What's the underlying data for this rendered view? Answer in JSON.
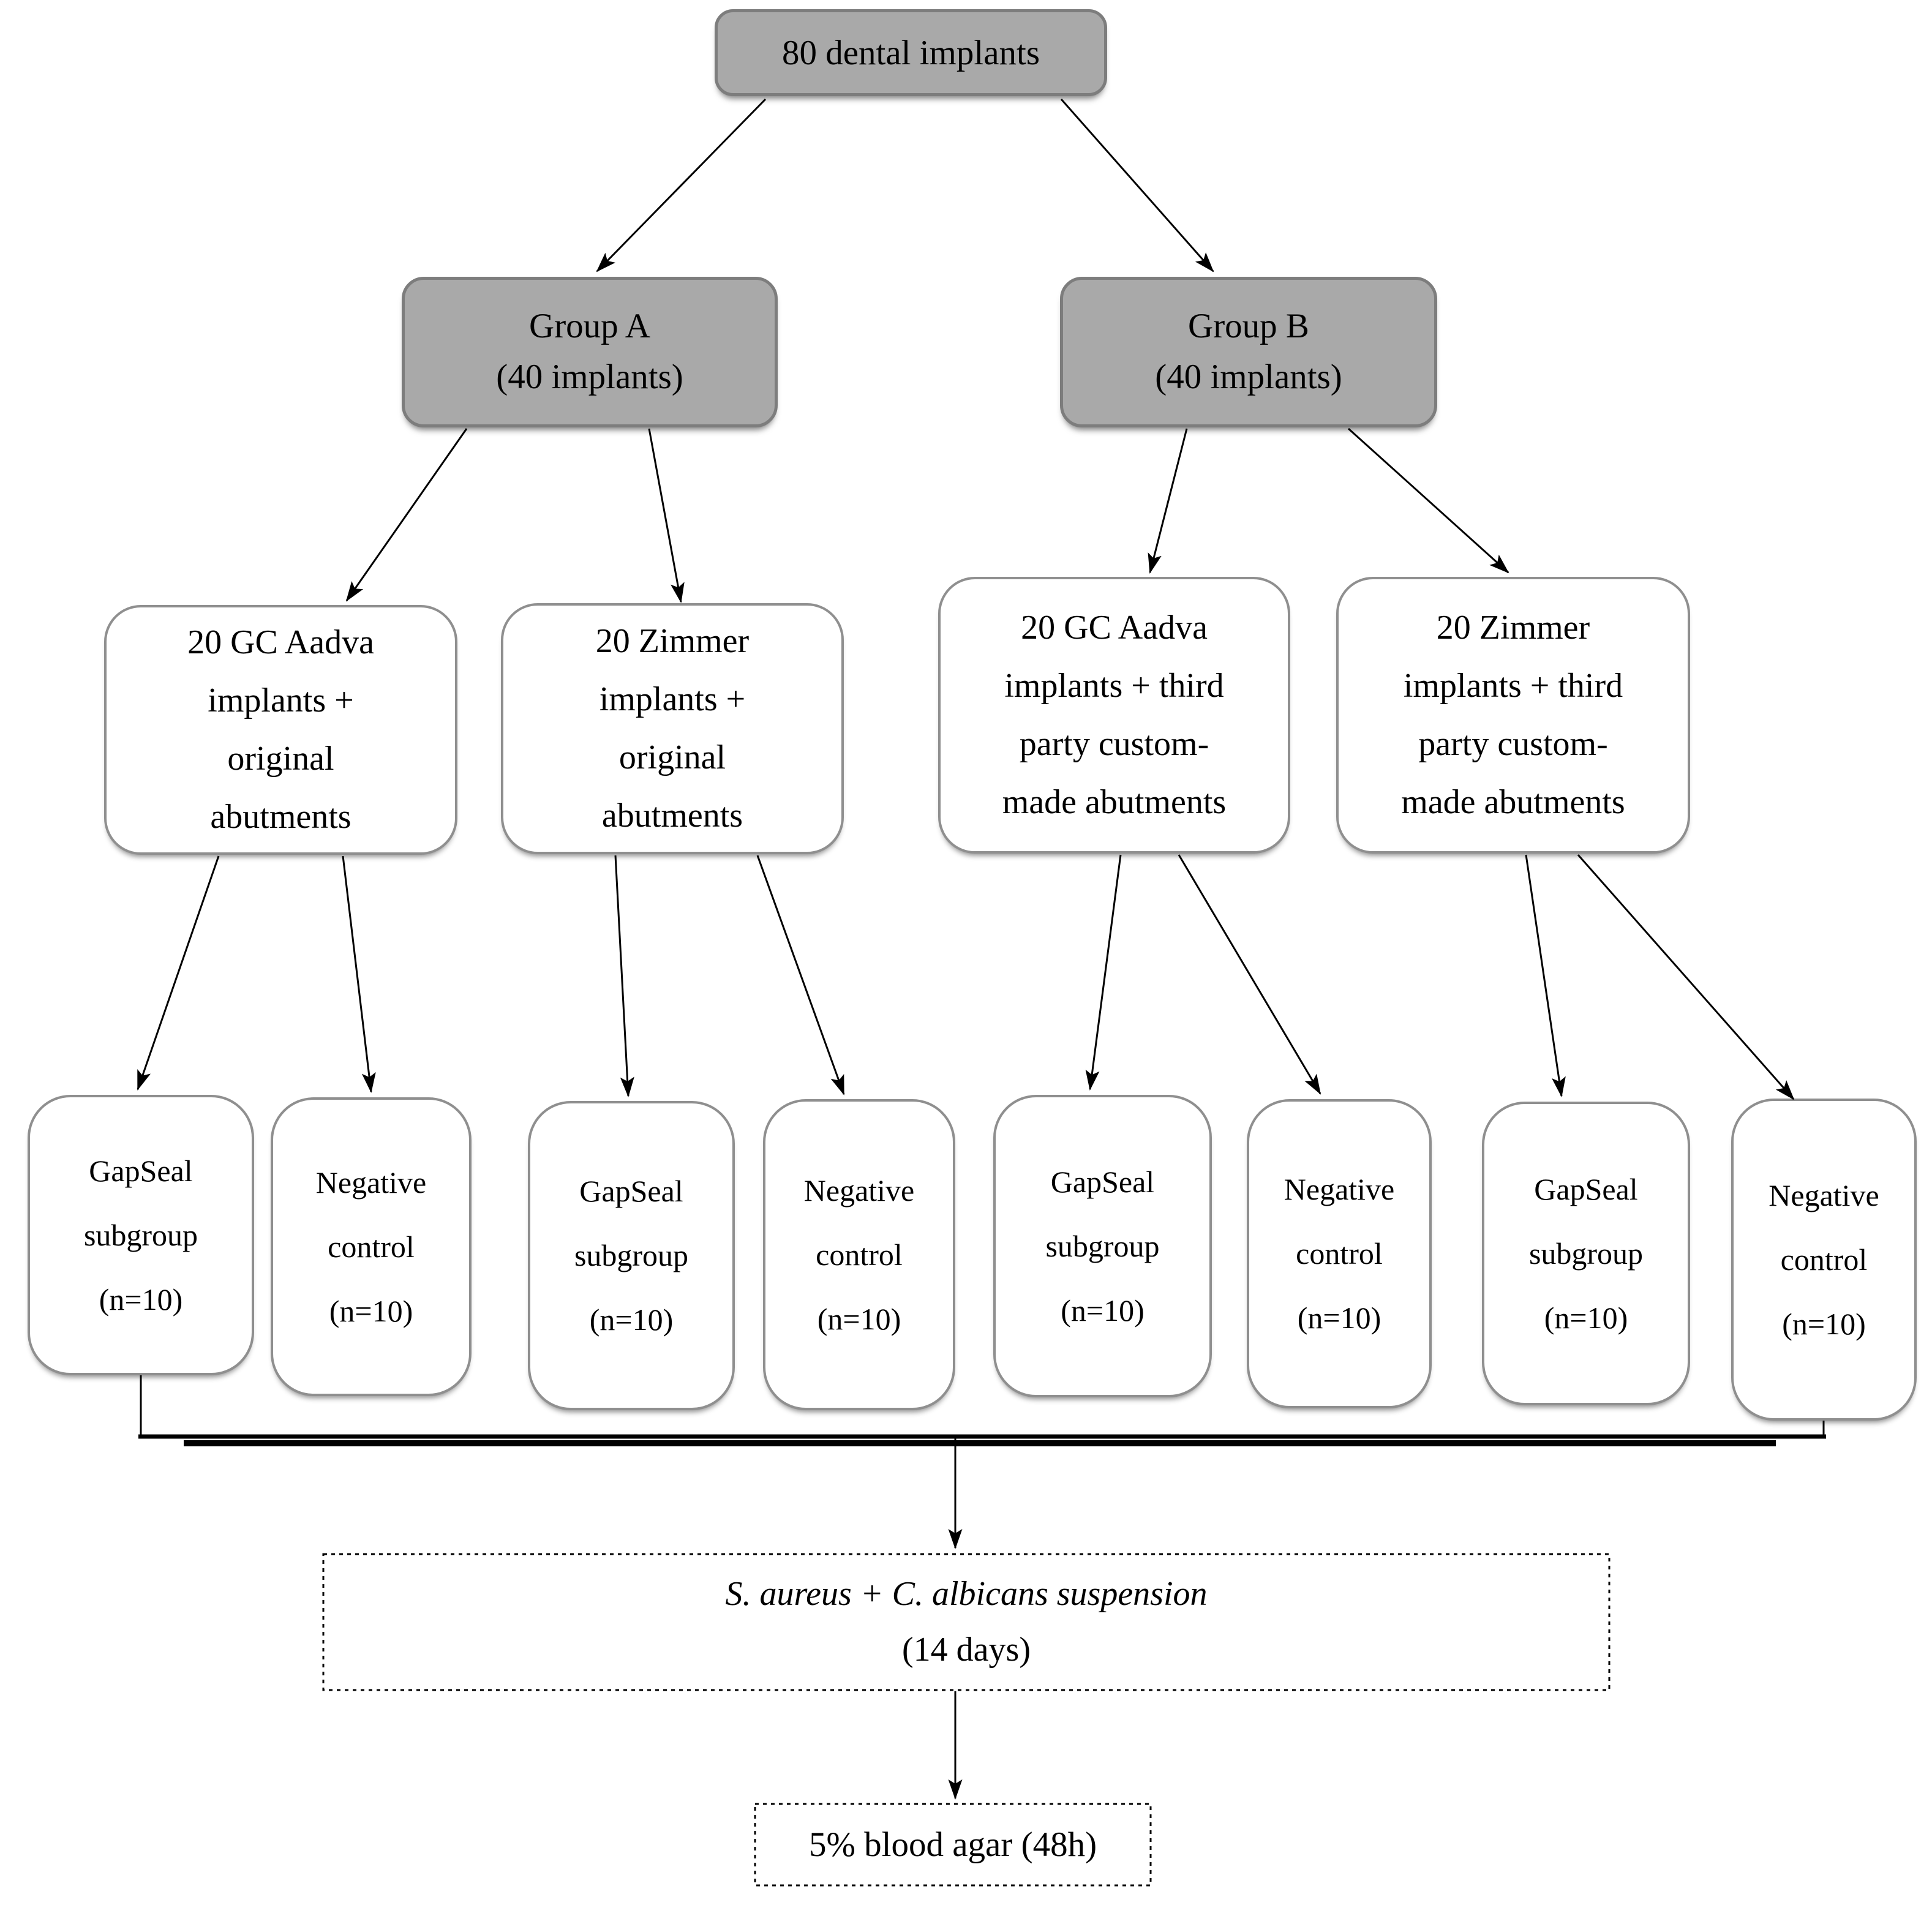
{
  "diagram": {
    "root_label": "80 dental implants",
    "group_a": {
      "name": "Group A",
      "count": "(40 implants)"
    },
    "group_b": {
      "name": "Group B",
      "count": "(40 implants)"
    },
    "arms": [
      {
        "lines": [
          "20 GC Aadva",
          "implants +",
          "original",
          "abutments"
        ]
      },
      {
        "lines": [
          "20 Zimmer",
          "implants +",
          "original",
          "abutments"
        ]
      },
      {
        "lines": [
          "20 GC Aadva",
          "implants + third",
          "party custom-",
          "made abutments"
        ]
      },
      {
        "lines": [
          "20 Zimmer",
          "implants + third",
          "party custom-",
          "made abutments"
        ]
      }
    ],
    "subgroups": [
      {
        "lines": [
          "GapSeal",
          "subgroup",
          "(n=10)"
        ]
      },
      {
        "lines": [
          "Negative",
          "control",
          "(n=10)"
        ]
      },
      {
        "lines": [
          "GapSeal",
          "subgroup",
          "(n=10)"
        ]
      },
      {
        "lines": [
          "Negative",
          "control",
          "(n=10)"
        ]
      },
      {
        "lines": [
          "GapSeal",
          "subgroup",
          "(n=10)"
        ]
      },
      {
        "lines": [
          "Negative",
          "control",
          "(n=10)"
        ]
      },
      {
        "lines": [
          "GapSeal",
          "subgroup",
          "(n=10)"
        ]
      },
      {
        "lines": [
          "Negative",
          "control",
          "(n=10)"
        ]
      }
    ],
    "suspension": {
      "line1": "S. aureus + C. albicans suspension",
      "line2": "(14 days)"
    },
    "blood_agar": "5% blood agar (48h)",
    "colors": {
      "group_box_fill": "#a9a9a9",
      "group_box_border": "#7d7d7d",
      "white_box_border": "#8f8f8f",
      "arrow": "#000000"
    }
  }
}
